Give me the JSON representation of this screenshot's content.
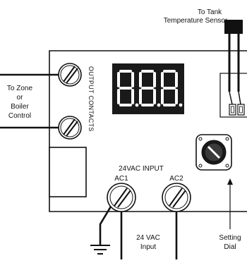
{
  "labels": {
    "sensor_line1": "To Tank",
    "sensor_line2": "Temperature Sensor",
    "zone_line1": "To Zone",
    "zone_line2": "or",
    "zone_line3": "Boiler",
    "zone_line4": "Control",
    "output_contacts": "OUTPUT CONTACTS",
    "input_title": "24VAC INPUT",
    "ac1": "AC1",
    "ac2": "AC2",
    "input_line1": "24 VAC",
    "input_line2": "Input",
    "dial_line1": "Setting",
    "dial_line2": "Dial"
  },
  "colors": {
    "board_fill": "#ffffff",
    "display_bg": "#1a1a1a",
    "display_segments": "#ffffff",
    "wire": "#111111"
  },
  "display": {
    "digits": 3,
    "segment_pattern": "8.8.8."
  }
}
